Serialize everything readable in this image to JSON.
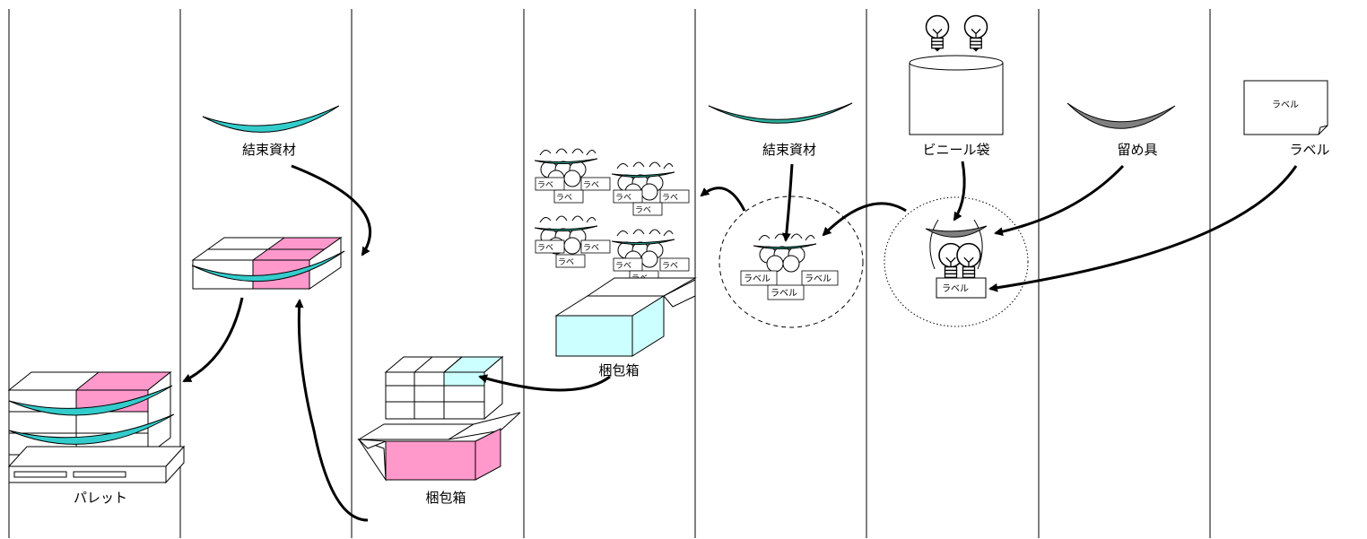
{
  "labels": {
    "band_top": "結束資材",
    "band_mid": "結束資材",
    "vinyl_bag": "ビニール袋",
    "fastener": "留め具",
    "label_item": "ラベル",
    "pallet": "パレット",
    "box_center": "梱包箱",
    "box_right": "梱包箱"
  },
  "tag_texts": {
    "label_card": "ラベル",
    "tag_full": "ラベル",
    "tag_short": "ラベ"
  },
  "colors": {
    "teal": "#33CCCC",
    "teal_dark": "#2AAE9A",
    "pink": "#FF99CC",
    "light_cyan": "#CCFFFF",
    "gray": "#808080",
    "line": "#000000"
  },
  "icons": [
    "light-bulb-icon",
    "banding-strap-icon",
    "label-card-icon",
    "pallet-icon",
    "carton-box-icon",
    "vinyl-bag-icon",
    "fastener-icon"
  ]
}
